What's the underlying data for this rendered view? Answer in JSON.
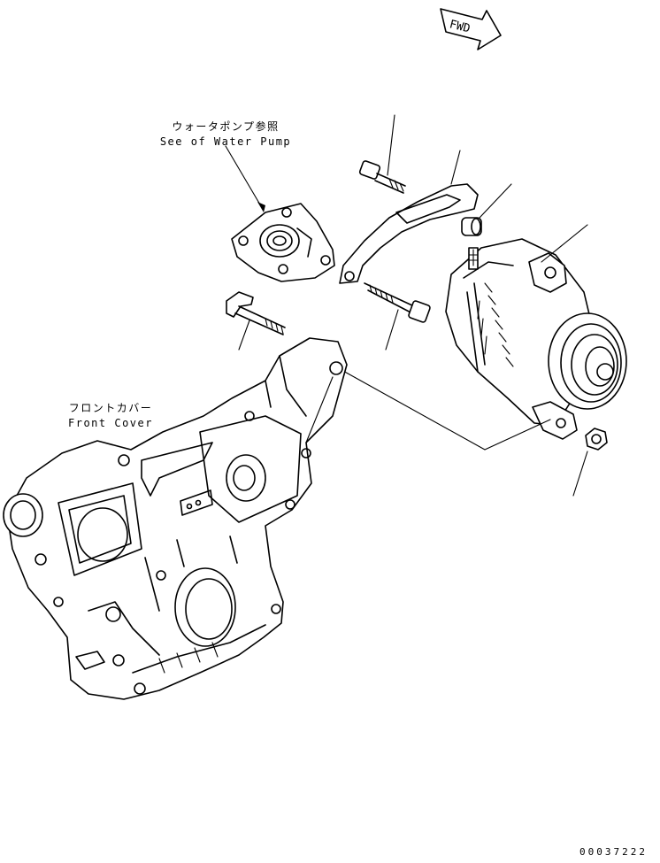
{
  "fwd_label": "FWD",
  "water_pump": {
    "label_jp": "ウォータポンプ参照",
    "label_en": "See of Water Pump"
  },
  "front_cover": {
    "label_jp": "フロントカバー",
    "label_en": "Front Cover"
  },
  "drawing_code": "00037222"
}
